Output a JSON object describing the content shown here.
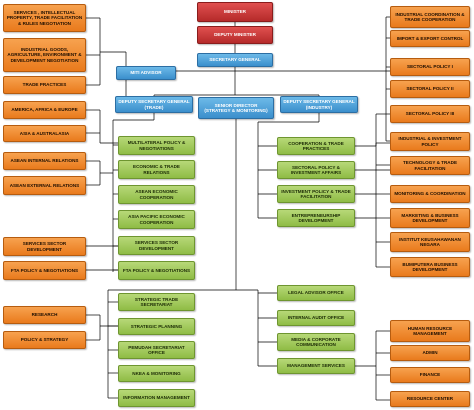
{
  "colors": {
    "red": "#c63a3a",
    "blue": "#4aa3dd",
    "green": "#9ac45a",
    "orange": "#f08a2d",
    "line": "#000000"
  },
  "nodes": {
    "minister": "MINISTER",
    "deputy_minister": "DEPUTY MINISTER",
    "secretary_general": "SECRETARY GENERAL",
    "miti_advisor": "MITI ADVISOR",
    "dsg_trade": "DEPUTY SECRETARY GENERAL (TRADE)",
    "sd_strategy": "SENIOR DIRECTOR (STRATEGY & MONITORING)",
    "dsg_industry": "DEPUTY SECRETARY GENERAL (INDUSTRY)",
    "services_ip": "SERVICES , INTELLECTUAL PROPERTY, TRADE FACILITATION & RULES NEGOTIATION",
    "industrial_goods": "INDUSTRIAL GOODS, AGRICULTURE, ENVIRONMENT & DEVELOPMENT NEGOTIATION",
    "trade_practices": "TRADE PRACTICES",
    "america_africa": "AMERICA, AFRICA & EUROPE",
    "asia_australasia": "ASIA & AUSTRALASIA",
    "asean_internal": "ASEAN INTERNAL RELATIONS",
    "asean_external": "ASEAN EXTERNAL RELATIONS",
    "services_sector_dev": "SERVICES SECTOR DEVELOPMENT",
    "fta_policy_left": "FTA POLICY & NEGOTIATIONS",
    "research": "RESEARCH",
    "policy_strategy": "POLICY & STRATEGY",
    "multilateral": "MULTILATERAL POLICY & NEGOTIATIONS",
    "economic_trade": "ECONOMIC & TRADE RELATIONS",
    "asean_economic": "ASEAN ECONOMIC COOPERATION",
    "apec": "ASIA PACIFIC ECONOMIC COOPERATION",
    "services_sector_green": "SERVICES SECTOR DEVELOPMENT",
    "fta_policy_green": "FTA POLICY & NEGOTIATIONS",
    "strategic_trade": "STRATEGIC TRADE SECRETARIAT",
    "strategic_planning": "STRATEGIC PLANNING",
    "pemudah": "PEMUDAH SECRETARIAT OFFICE",
    "nkea": "NKEA & MONITORING",
    "info_mgmt": "INFORMATION MANAGEMENT",
    "coop_trade": "COOPERATION & TRADE PRACTICES",
    "sectoral_investment": "SECTORAL POLICY & INVESTMENT AFFAIRS",
    "investment_trade_fac": "INVESTMENT POLICY & TRADE FACILITATION",
    "entrepreneurship": "ENTREPRENEURSHIP DEVELOPMENT",
    "legal_advisor": "LEGAL ADVISOR OFFICE",
    "internal_audit": "INTERNAL AUDIT OFFICE",
    "media_corp": "MEDIA & CORPORATE COMMUNICATION",
    "mgmt_services": "MANAGEMENT SERVICES",
    "industrial_coord": "INDUSTRIAL COORDINATION & TRADE COOPERATION",
    "import_export": "IMPORT & EXPORT CONTROL",
    "sectoral_1": "SECTORAL POLICY I",
    "sectoral_2": "SECTORAL POLICY II",
    "sectoral_3": "SECTORAL POLICY III",
    "industrial_investment": "INDUSTRIAL & INVESTMENT POLICY",
    "tech_trade_fac": "TECHNOLOGY & TRADE FACILITATION",
    "monitoring_coord": "MONITORING & COORDINATION",
    "marketing_biz": "MARKETING & BUSINESS DEVELOPMENT",
    "institut": "INSTITUT KEUSAHAWANAN NEGARA",
    "bumiputera": "BUMIPUTERA BUSINESS DEVELOPMENT",
    "hr_mgmt": "HUMAN RESOURCE MANAGEMENT",
    "admin": "ADMIN",
    "finance": "FINANCE",
    "resource_center": "RESOURCE CENTER"
  }
}
